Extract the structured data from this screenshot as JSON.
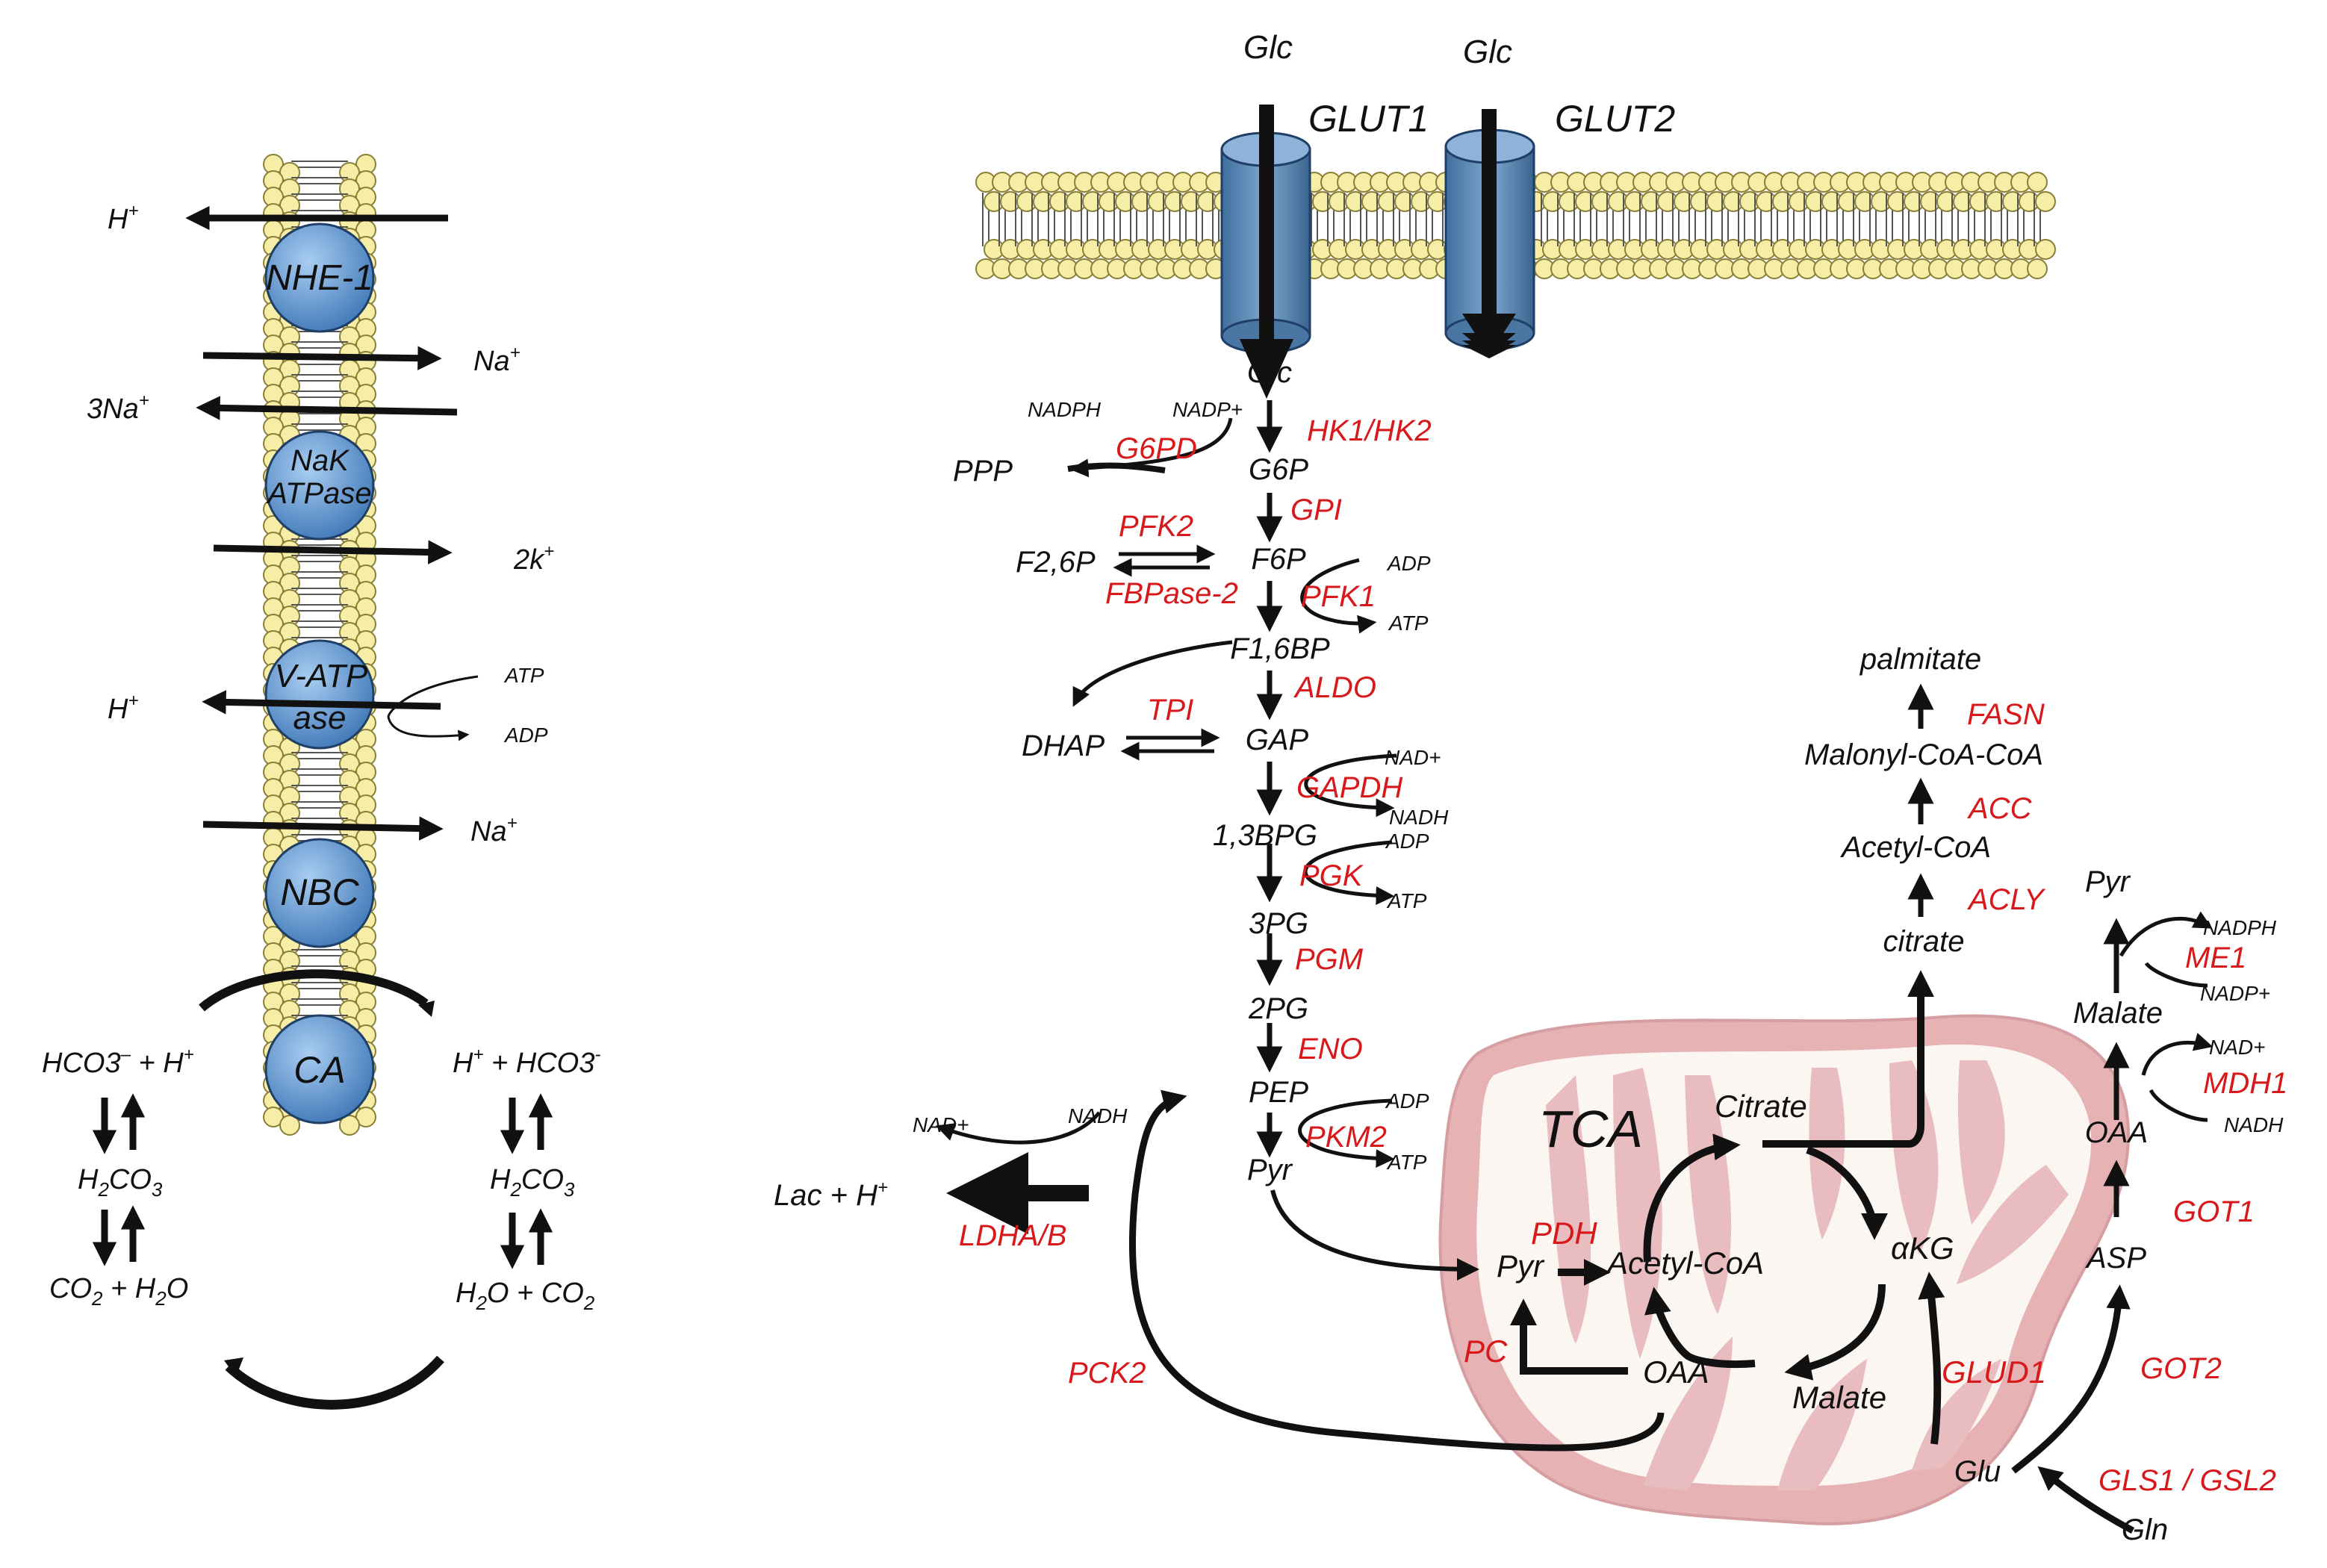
{
  "colors": {
    "enzyme": "#d7191c",
    "metabolite": "#111111",
    "protein": "#4a86c5",
    "lipid": "#f6eea6",
    "mito": "#e7b2b4",
    "mitoInner": "#fbf6f1"
  },
  "left": {
    "transporters": [
      "NHE-1",
      "NaK",
      "ATPase",
      "V-ATP",
      "ase",
      "NBC",
      "CA"
    ],
    "ions": {
      "h1": "H",
      "na1": "Na",
      "na3": "3Na",
      "k2": "2k",
      "h2": "H",
      "atp": "ATP",
      "adp": "ADP",
      "na2": "Na",
      "plus": "+"
    },
    "eqLeft": {
      "l1": "HCO3",
      "l1sup": "–",
      "l1b": " + H",
      "l1bsup": "+",
      "l2a": "H",
      "l2s": "2",
      "l2b": "CO",
      "l2s2": "3",
      "l3a": "CO",
      "l3s": "2",
      "l3b": " + H",
      "l3s2": "2",
      "l3c": "O"
    },
    "eqRight": {
      "r1": "H",
      "r1sup": "+",
      "r1b": " + HCO3",
      "r1bsup": "-",
      "r2a": "H",
      "r2s": "2",
      "r2b": "CO",
      "r2s2": "3",
      "r3a": "H",
      "r3s": "2",
      "r3b": "O + CO",
      "r3s2": "2"
    }
  },
  "membrane": {
    "glc1": "Glc",
    "glc2": "Glc",
    "glut1": "GLUT1",
    "glut2": "GLUT2"
  },
  "glycolysis": {
    "metabolites": {
      "glc": "Glc",
      "g6p": "G6P",
      "f6p": "F6P",
      "f16bp": "F1,6BP",
      "gap": "GAP",
      "bpg": "1,3BPG",
      "pg3": "3PG",
      "pg2": "2PG",
      "pep": "PEP",
      "pyr": "Pyr",
      "ppp": "PPP",
      "f26p": "F2,6P",
      "dhap": "DHAP",
      "lac": "Lac + H"
    },
    "enzymes": {
      "hk": "HK1/HK2",
      "g6pd": "G6PD",
      "gpi": "GPI",
      "pfk2": "PFK2",
      "fbpase2": "FBPase-2",
      "pfk1": "PFK1",
      "aldo": "ALDO",
      "tpi": "TPI",
      "gapdh": "GAPDH",
      "pgk": "PGK",
      "pgm": "PGM",
      "eno": "ENO",
      "pkm2": "PKM2",
      "ldha": "LDHA/B",
      "pck2": "PCK2"
    },
    "cofactors": {
      "nadph": "NADPH",
      "nadp": "NADP+",
      "adp1": "ADP",
      "atp1": "ATP",
      "nad1": "NAD+",
      "nadh1": "NADH",
      "adp2": "ADP",
      "atp2": "ATP",
      "adp3": "ADP",
      "atp3": "ATP",
      "nad2": "NAD+",
      "nadh2": "NADH"
    }
  },
  "tca": {
    "title": "TCA",
    "metabolites": {
      "citrate": "Citrate",
      "akg": "αKG",
      "malate": "Malate",
      "oaa": "OAA",
      "acetylcoa": "Acetyl-CoA",
      "pyr": "Pyr"
    },
    "enzymes": {
      "pdh": "PDH",
      "pc": "PC",
      "glud1": "GLUD1"
    }
  },
  "lipogenesis": {
    "metabolites": {
      "palmitate": "palmitate",
      "malonyl": "Malonyl-CoA-CoA",
      "acetylcoa": "Acetyl-CoA",
      "citrate": "citrate"
    },
    "enzymes": {
      "fasn": "FASN",
      "acc": "ACC",
      "acly": "ACLY"
    }
  },
  "right": {
    "metabolites": {
      "pyr": "Pyr",
      "malate": "Malate",
      "oaa": "OAA",
      "asp": "ASP",
      "glu": "Glu",
      "gln": "Gln"
    },
    "cofactors": {
      "nadph": "NADPH",
      "nadp": "NADP+",
      "nad": "NAD+",
      "nadh": "NADH"
    },
    "enzymes": {
      "me1": "ME1",
      "mdh1": "MDH1",
      "got1": "GOT1",
      "got2": "GOT2",
      "gls": "GLS1 / GSL2"
    }
  }
}
